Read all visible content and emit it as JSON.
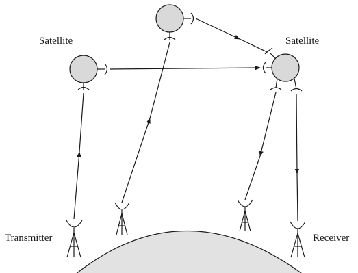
{
  "labels": {
    "satellite_left": "Satellite",
    "satellite_right": "Satellite",
    "transmitter": "Transmitter",
    "receiver": "Receiver"
  },
  "colors": {
    "satellite_fill": "#d9d9d9",
    "earth_fill": "#e2e2e2",
    "line": "#1a1a1a"
  }
}
